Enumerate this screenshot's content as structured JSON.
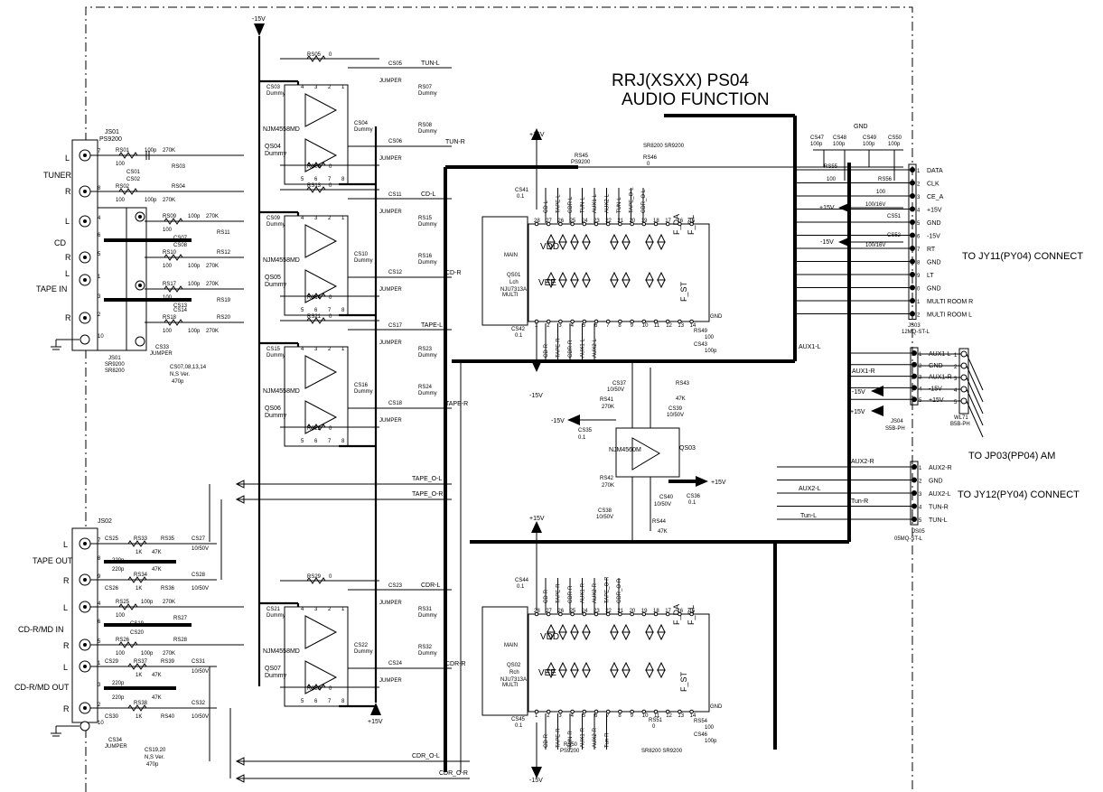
{
  "title": {
    "line1": "RRJ(XSXX)   PS04",
    "line2": "AUDIO FUNCTION"
  },
  "targets": {
    "jy11": "TO JY11(PY04) CONNECT",
    "jp03": "TO JP03(PP04) AM",
    "jy12": "TO JY12(PY04) CONNECT"
  },
  "supplies": {
    "neg15": "-15V",
    "pos15": "+15V"
  },
  "input_jack": {
    "ref": "JS01",
    "part": "PS9200",
    "groups": [
      "TUNER",
      "CD",
      "TAPE IN"
    ],
    "lr": [
      "L",
      "R",
      "L",
      "R",
      "L",
      "R"
    ],
    "pins": [
      "7",
      "8",
      "4",
      "6",
      "5",
      "1",
      "3",
      "2",
      "10"
    ],
    "note_ref": "JS01",
    "note_parts": [
      "SR9200",
      "SR8200"
    ],
    "cs33": "CS33",
    "cs33_type": "JUMPER",
    "cap_note": [
      "CS07,08,13,14",
      "N,S Ver.",
      "470p"
    ]
  },
  "output_jack": {
    "ref": "JS02",
    "groups": [
      "TAPE OUT",
      "CD-R/MD IN",
      "CD-R/MD OUT"
    ],
    "lr": [
      "L",
      "R",
      "L",
      "R",
      "L",
      "R"
    ],
    "pins": [
      "7",
      "8",
      "9",
      "4",
      "6",
      "5",
      "1",
      "3",
      "2",
      "10"
    ],
    "cs34": "CS34",
    "cs34_type": "JUMPER",
    "cap_note": [
      "CS19,20",
      "N,S Ver.",
      "470p"
    ]
  },
  "input_rows": [
    {
      "r1": "RS01",
      "v1": "100",
      "c": "CS01",
      "r2": "RS03",
      "v2": "270K",
      "cv": "100p"
    },
    {
      "r1": "RS02",
      "v1": "100",
      "c": "CS02",
      "r2": "RS04",
      "v2": "270K",
      "cv": "100p"
    },
    {
      "r1": "RS09",
      "v1": "100",
      "c": "CS07",
      "r2": "RS11",
      "v2": "270K",
      "cv": "100p"
    },
    {
      "r1": "RS10",
      "v1": "100",
      "c": "CS08",
      "r2": "RS12",
      "v2": "270K",
      "cv": "100p"
    },
    {
      "r1": "RS17",
      "v1": "100",
      "c": "CS13",
      "r2": "RS19",
      "v2": "270K",
      "cv": "100p"
    },
    {
      "r1": "RS18",
      "v1": "100",
      "c": "CS14",
      "r2": "RS20",
      "v2": "270K",
      "cv": "100p"
    }
  ],
  "output_rows": [
    {
      "r1": "RS33",
      "v1": "1K",
      "c": "CS25",
      "cv": "220p",
      "r2": "RS35",
      "v2": "47K",
      "ce": "CS27",
      "cev": "10/50V"
    },
    {
      "r1": "RS34",
      "v1": "1K",
      "c": "CS26",
      "cv": "220p",
      "r2": "RS36",
      "v2": "47K",
      "ce": "CS28",
      "cev": "10/50V"
    },
    {
      "r1": "RS25",
      "v1": "100",
      "c": "CS19",
      "cv": "100p",
      "r2": "RS27",
      "v2": "270K",
      "ce": "",
      "cev": ""
    },
    {
      "r1": "RS26",
      "v1": "100",
      "c": "CS20",
      "cv": "100p",
      "r2": "RS28",
      "v2": "270K",
      "ce": "",
      "cev": ""
    },
    {
      "r1": "RS37",
      "v1": "1K",
      "c": "CS29",
      "cv": "220p",
      "r2": "RS39",
      "v2": "47K",
      "ce": "CS31",
      "cev": "10/50V"
    },
    {
      "r1": "RS38",
      "v1": "1K",
      "c": "CS30",
      "cv": "220p",
      "r2": "RS40",
      "v2": "47K",
      "ce": "CS32",
      "cev": "10/50V"
    }
  ],
  "buffers": [
    {
      "ic": "QS04",
      "part": "NJM4558MD",
      "c_in": "CS03",
      "c_in_v": "Dummy",
      "c_fb": "CS04",
      "c_fb_v": "Dummy",
      "r_top": "RS05",
      "r_top_v": "0",
      "r_bot": "RS06",
      "r_bot_v": "0",
      "out1": "CS05",
      "out1_t": "JUMPER",
      "out2": "CS06",
      "out2_t": "JUMPER",
      "d1": "RS07",
      "d1v": "Dummy",
      "d2": "RS08",
      "d2v": "Dummy",
      "net1": "TUN-L",
      "net2": "TUN-R"
    },
    {
      "ic": "QS05",
      "part": "NJM4558MD",
      "c_in": "CS09",
      "c_in_v": "Dummy",
      "c_fb": "CS10",
      "c_fb_v": "Dummy",
      "r_top": "RS13",
      "r_top_v": "0",
      "r_bot": "RS14",
      "r_bot_v": "0",
      "out1": "CS11",
      "out1_t": "JUMPER",
      "out2": "CS12",
      "out2_t": "JUMPER",
      "d1": "RS15",
      "d1v": "Dummy",
      "d2": "RS16",
      "d2v": "Dummy",
      "net1": "CD-L",
      "net2": "CD-R"
    },
    {
      "ic": "QS06",
      "part": "NJM4558MD",
      "c_in": "CS15",
      "c_in_v": "Dummy",
      "c_fb": "CS16",
      "c_fb_v": "Dummy",
      "r_top": "RS21",
      "r_top_v": "0",
      "r_bot": "RS22",
      "r_bot_v": "0",
      "out1": "CS17",
      "out1_t": "JUMPER",
      "out2": "CS18",
      "out2_t": "JUMPER",
      "d1": "RS23",
      "d1v": "Dummy",
      "d2": "RS24",
      "d2v": "Dummy",
      "net1": "TAPE-L",
      "net2": "TAPE-R"
    },
    {
      "ic": "QS07",
      "part": "NJM4558MD",
      "c_in": "CS21",
      "c_in_v": "Dummy",
      "c_fb": "CS22",
      "c_fb_v": "Dummy",
      "r_top": "RS29",
      "r_top_v": "0",
      "r_bot": "RS30",
      "r_bot_v": "0",
      "out1": "CS23",
      "out1_t": "JUMPER",
      "out2": "CS24",
      "out2_t": "JUMPER",
      "d1": "RS31",
      "d1v": "Dummy",
      "d2": "RS32",
      "d2v": "Dummy",
      "net1": "CDR-L",
      "net2": "CDR-R"
    }
  ],
  "return_nets": [
    "TAPE_O-L",
    "TAPE_O-R",
    "CDR_O-L",
    "CDR_O-R"
  ],
  "selectors": [
    {
      "ic": "QS01",
      "ch": "Lch",
      "part": "NJU7313A",
      "main": "MAIN",
      "multi": "MULTI",
      "vdd": "VDD",
      "vee": "VEE",
      "fda": "F_DA",
      "fcl": "F_CL",
      "fst": "F_ST",
      "top_pins": [
        "28",
        "27",
        "26",
        "25",
        "24",
        "23",
        "22",
        "21",
        "20",
        "19",
        "18",
        "17",
        "16",
        "15"
      ],
      "bot_pins": [
        "1",
        "2",
        "3",
        "4",
        "5",
        "6",
        "7",
        "8",
        "9",
        "10",
        "11",
        "12",
        "13",
        "14"
      ],
      "top_nets": [
        "CD-L",
        "TAPE-L",
        "CDR-L",
        "TUN-L",
        "AUX1-L",
        "AUX2-L",
        "TUN-L",
        "TAPE_O-L",
        "CDR_O-L"
      ],
      "bot_nets": [
        "CD-R",
        "TAPE-R",
        "CDR-R",
        "AUX1-L",
        "AUX2-L"
      ],
      "c_top": "CS41",
      "c_top_v": "0.1",
      "c_bot": "CS42",
      "c_bot_v": "0.1",
      "r_sel": "RS45",
      "r_sel_part": "PS9200",
      "r_b": "RS46",
      "r_b_v": "0",
      "variant": "SR8200 SR9200",
      "r_d": "RS49",
      "r_d_v": "100",
      "c_d": "CS43",
      "c_d_v": "100p"
    },
    {
      "ic": "QS02",
      "ch": "Rch",
      "part": "NJU7313A",
      "main": "MAIN",
      "multi": "MULTI",
      "vdd": "VDD",
      "vee": "VEE",
      "fda": "F_DA",
      "fcl": "F_CL",
      "fst": "F_ST",
      "top_pins": [
        "28",
        "27",
        "26",
        "25",
        "24",
        "23",
        "22",
        "21",
        "20",
        "19",
        "18",
        "17",
        "16",
        "15"
      ],
      "bot_pins": [
        "1",
        "2",
        "3",
        "4",
        "5",
        "6",
        "7",
        "8",
        "9",
        "10",
        "11",
        "12",
        "13",
        "14"
      ],
      "top_nets": [
        "CD-R",
        "TAPE-R",
        "CDR-R",
        "AUX1-R",
        "AUX2-R",
        "TAPE_O-R",
        "CDR_O-R"
      ],
      "bot_nets": [
        "CD-R",
        "TAPE-R",
        "TUN-R",
        "AUX1-R",
        "AUX2-R",
        "Tun-R"
      ],
      "c_top": "CS44",
      "c_top_v": "0.1",
      "c_bot": "CS45",
      "c_bot_v": "0.1",
      "r_sel": "RS50",
      "r_sel_part": "PS9200",
      "r_b": "RS51",
      "r_b_v": "0",
      "variant": "SR8200 SR9200",
      "r_d": "RS54",
      "r_d_v": "100",
      "c_d": "CS46",
      "c_d_v": "100p"
    }
  ],
  "aux_amp": {
    "ic": "QS03",
    "part": "NJM4560M",
    "parts": [
      {
        "ref": "CS37",
        "val": "10/50V"
      },
      {
        "ref": "RS43",
        "val": "47K"
      },
      {
        "ref": "RS41",
        "val": "270K"
      },
      {
        "ref": "CS39",
        "val": "10/50V"
      },
      {
        "ref": "CS35",
        "val": "0.1"
      },
      {
        "ref": "RS42",
        "val": "270K"
      },
      {
        "ref": "CS40",
        "val": "10/50V"
      },
      {
        "ref": "CS36",
        "val": "0.1"
      },
      {
        "ref": "CS38",
        "val": "10/50V"
      },
      {
        "ref": "RS44",
        "val": "47K"
      }
    ]
  },
  "control_caps": [
    {
      "ref": "CS47",
      "val": "100p"
    },
    {
      "ref": "CS48",
      "val": "100p"
    },
    {
      "ref": "CS49",
      "val": "100p"
    },
    {
      "ref": "CS50",
      "val": "100p"
    }
  ],
  "control_misc": {
    "gnd": "GND",
    "rs55": "RS55",
    "rs55v": "100",
    "rs56": "RS56",
    "rs56v": "100",
    "cs51": "CS51",
    "cs51v": "100/16V",
    "cs52": "CS52",
    "cs52v": "100/16V"
  },
  "js03": {
    "ref": "JS03",
    "part": "12MQ-ST-L",
    "pins": [
      "1",
      "2",
      "3",
      "4",
      "5",
      "6",
      "7",
      "8",
      "9",
      "0",
      "1",
      "2"
    ],
    "labels": [
      "DATA",
      "CLK",
      "CE_A",
      "+15V",
      "GND",
      "-15V",
      "RT",
      "GND",
      "LT",
      "GND",
      "MULTI ROOM R",
      "MULTI ROOM L"
    ]
  },
  "js04": {
    "ref": "JS04",
    "part": "S5B-PH",
    "pins": [
      "1",
      "2",
      "3",
      "4",
      "5"
    ],
    "labels": [
      "AUX1-L",
      "GND",
      "AUX1-R",
      "-15V",
      "+15V"
    ],
    "nets": [
      "AUX1-L",
      "AUX1-R"
    ]
  },
  "wl71": {
    "ref": "WL71",
    "part": "B5B-PH",
    "pins": [
      "1",
      "2",
      "3",
      "4",
      "5"
    ]
  },
  "js05": {
    "ref": "JS05",
    "part": "05MQ-ST-L",
    "pins": [
      "1",
      "2",
      "3",
      "4",
      "5"
    ],
    "labels": [
      "AUX2-R",
      "GND",
      "AUX2-L",
      "TUN-R",
      "TUN-L"
    ],
    "nets": [
      "AUX2-R",
      "AUX2-L",
      "Tun-R",
      "Tun-L"
    ]
  },
  "gnd_label": "GND"
}
